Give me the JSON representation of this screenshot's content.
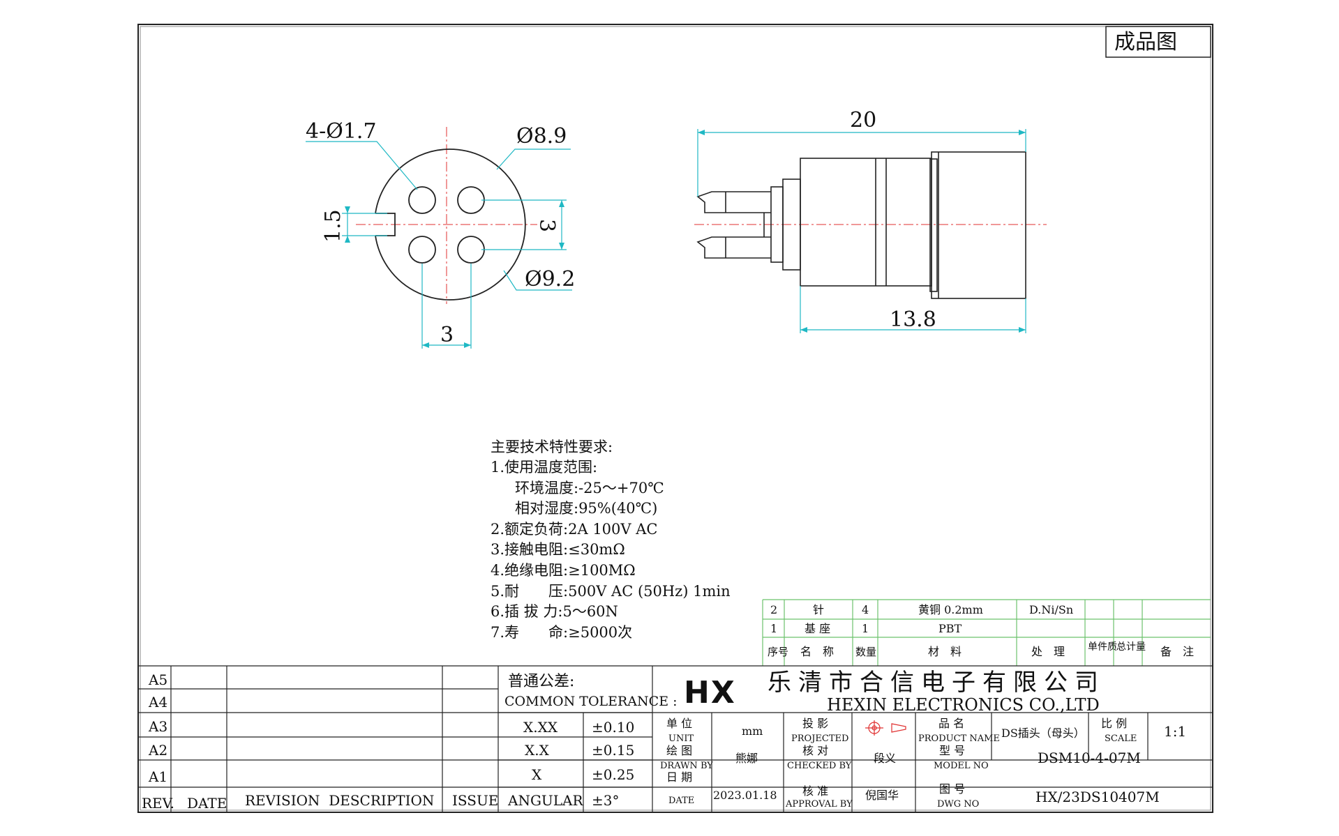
{
  "stamp": "成品图",
  "front_view": {
    "holes_label": "4-Ø1.7",
    "outer_dia_label": "Ø8.9",
    "body_dia_label": "Ø9.2",
    "key_width_label": "1.5",
    "vertical_pitch_label": "3",
    "horizontal_pitch_label": "3"
  },
  "side_view": {
    "overall_length_label": "20",
    "body_length_label": "13.8"
  },
  "requirements": {
    "title": "主要技术特性要求:",
    "lines": [
      "1.使用温度范围:",
      "环境温度:-25～+70℃",
      "相对湿度:95%(40℃)",
      "2.额定负荷:2A 100V AC",
      "3.接触电阻:≤30mΩ",
      "4.绝缘电阻:≥100MΩ",
      "5.耐　　压:500V AC (50Hz) 1min",
      "6.插 拔 力:5～60N",
      "7.寿　　命:≥5000次"
    ]
  },
  "bom": {
    "rows": [
      {
        "no": "2",
        "name": "针",
        "qty": "4",
        "material": "黄铜 0.2mm",
        "treatment": "D.Ni/Sn"
      },
      {
        "no": "1",
        "name": "基 座",
        "qty": "1",
        "material": "PBT",
        "treatment": ""
      }
    ],
    "header": {
      "no": "序号",
      "name": "名　称",
      "qty": "数量",
      "material": "材　料",
      "treatment": "处　理",
      "unit_mass": "单件质",
      "total_mass": "总计量",
      "remark": "备　注"
    }
  },
  "revision": {
    "levels": [
      "A5",
      "A4",
      "A3",
      "A2",
      "A1"
    ],
    "rev_label": "REV.",
    "date_label": "DATE",
    "desc_label": "REVISION  DESCRIPTION",
    "issue_label": "ISSUE"
  },
  "tolerance": {
    "title_cn": "普通公差:",
    "title_en": "COMMON TOLERANCE :",
    "rows": [
      {
        "label": "X.XX",
        "value": "±0.10"
      },
      {
        "label": "X.X",
        "value": "±0.15"
      },
      {
        "label": "X",
        "value": "±0.25"
      },
      {
        "label": "ANGULAR",
        "value": "±3°"
      }
    ]
  },
  "title_block": {
    "logo": "HX",
    "company_cn": "乐清市合信电子有限公司",
    "company_en": "HEXIN ELECTRONICS CO.,LTD",
    "unit_cn": "单 位",
    "unit_en": "UNIT",
    "unit_value": "mm",
    "projected_cn": "投 影",
    "projected_en": "PROJECTED",
    "product_name_cn": "品 名",
    "product_name_en": "PRODUCT NAME",
    "product_name_value": "DS插头（母头）",
    "scale_cn": "比 例",
    "scale_en": "SCALE",
    "scale_value": "1:1",
    "drawn_cn": "绘 图",
    "drawn_en": "DRAWN BY",
    "drawn_value": "熊娜",
    "checked_cn": "核 对",
    "checked_en": "CHECKED BY",
    "checked_value": "段义",
    "model_cn": "型 号",
    "model_en": "MODEL NO",
    "model_value": "DSM10-4-07M",
    "date_cn": "日 期",
    "date_en": "DATE",
    "date_value": "2023.01.18",
    "approval_cn": "核 准",
    "approval_en": "APPROVAL BY",
    "approval_value": "倪国华",
    "dwg_cn": "图 号",
    "dwg_en": "DWG NO",
    "dwg_value": "HX/23DS10407M"
  },
  "colors": {
    "outline": "#222222",
    "dimension": "#1fb8c4",
    "centerline": "#e03030",
    "table_green": "#6cc26c"
  }
}
